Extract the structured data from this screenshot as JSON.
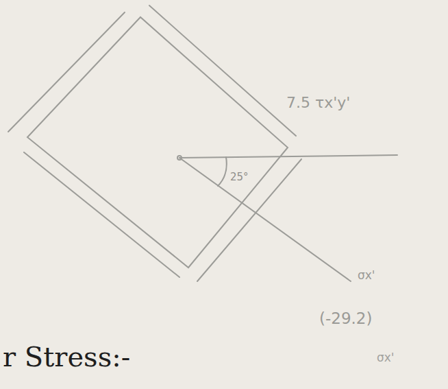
{
  "diagram": {
    "labels": [
      "7.5 τx'y'",
      "25°",
      "σx'",
      "(-29.2)",
      "σx'",
      "r Stress:-"
    ]
  }
}
